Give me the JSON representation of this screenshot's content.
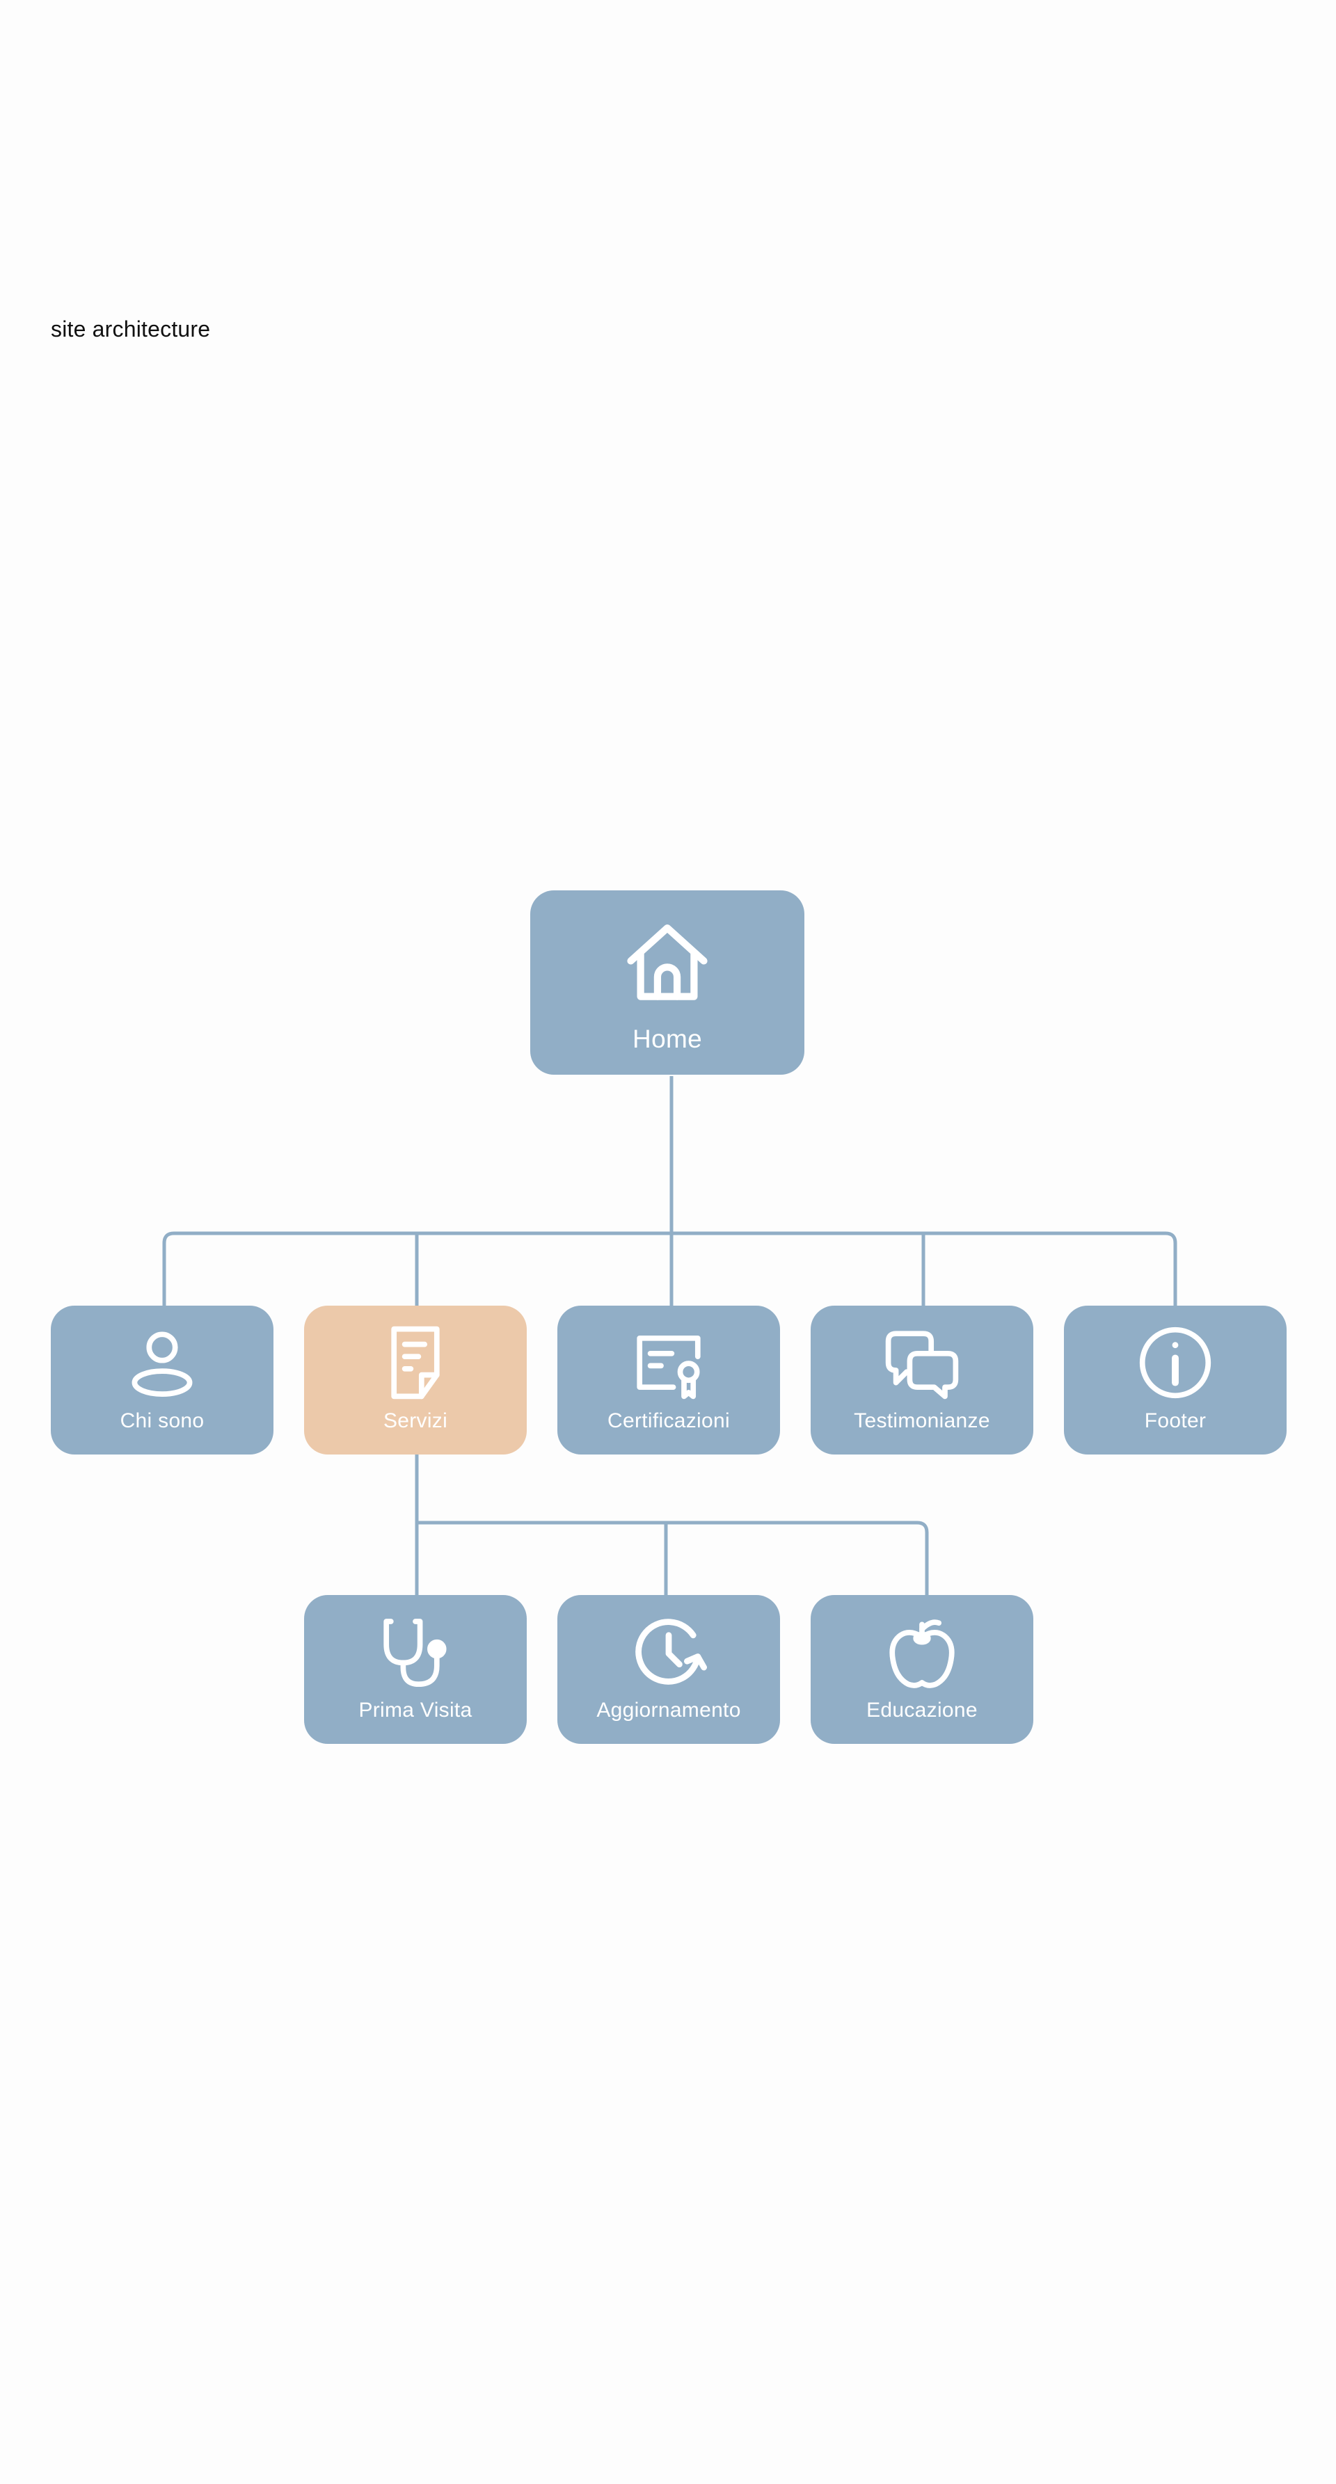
{
  "title": "site architecture",
  "colors": {
    "node": "#91aec6",
    "highlight": "#ecc9aa",
    "connector": "#91aec6",
    "text": "#ffffff"
  },
  "nodes": {
    "home": {
      "label": "Home",
      "icon": "house-icon"
    },
    "chi_sono": {
      "label": "Chi sono",
      "icon": "user-icon"
    },
    "servizi": {
      "label": "Servizi",
      "icon": "document-icon",
      "highlighted": true
    },
    "certificazioni": {
      "label": "Certificazioni",
      "icon": "certificate-icon"
    },
    "testimonianze": {
      "label": "Testimonianze",
      "icon": "chat-bubbles-icon"
    },
    "footer": {
      "label": "Footer",
      "icon": "info-icon"
    },
    "prima_visita": {
      "label": "Prima Visita",
      "icon": "stethoscope-icon"
    },
    "aggiornamento": {
      "label": "Aggiornamento",
      "icon": "clock-refresh-icon"
    },
    "educazione": {
      "label": "Educazione",
      "icon": "apple-icon"
    }
  },
  "edges": [
    [
      "home",
      "chi_sono"
    ],
    [
      "home",
      "servizi"
    ],
    [
      "home",
      "certificazioni"
    ],
    [
      "home",
      "testimonianze"
    ],
    [
      "home",
      "footer"
    ],
    [
      "servizi",
      "prima_visita"
    ],
    [
      "servizi",
      "aggiornamento"
    ],
    [
      "servizi",
      "educazione"
    ]
  ]
}
